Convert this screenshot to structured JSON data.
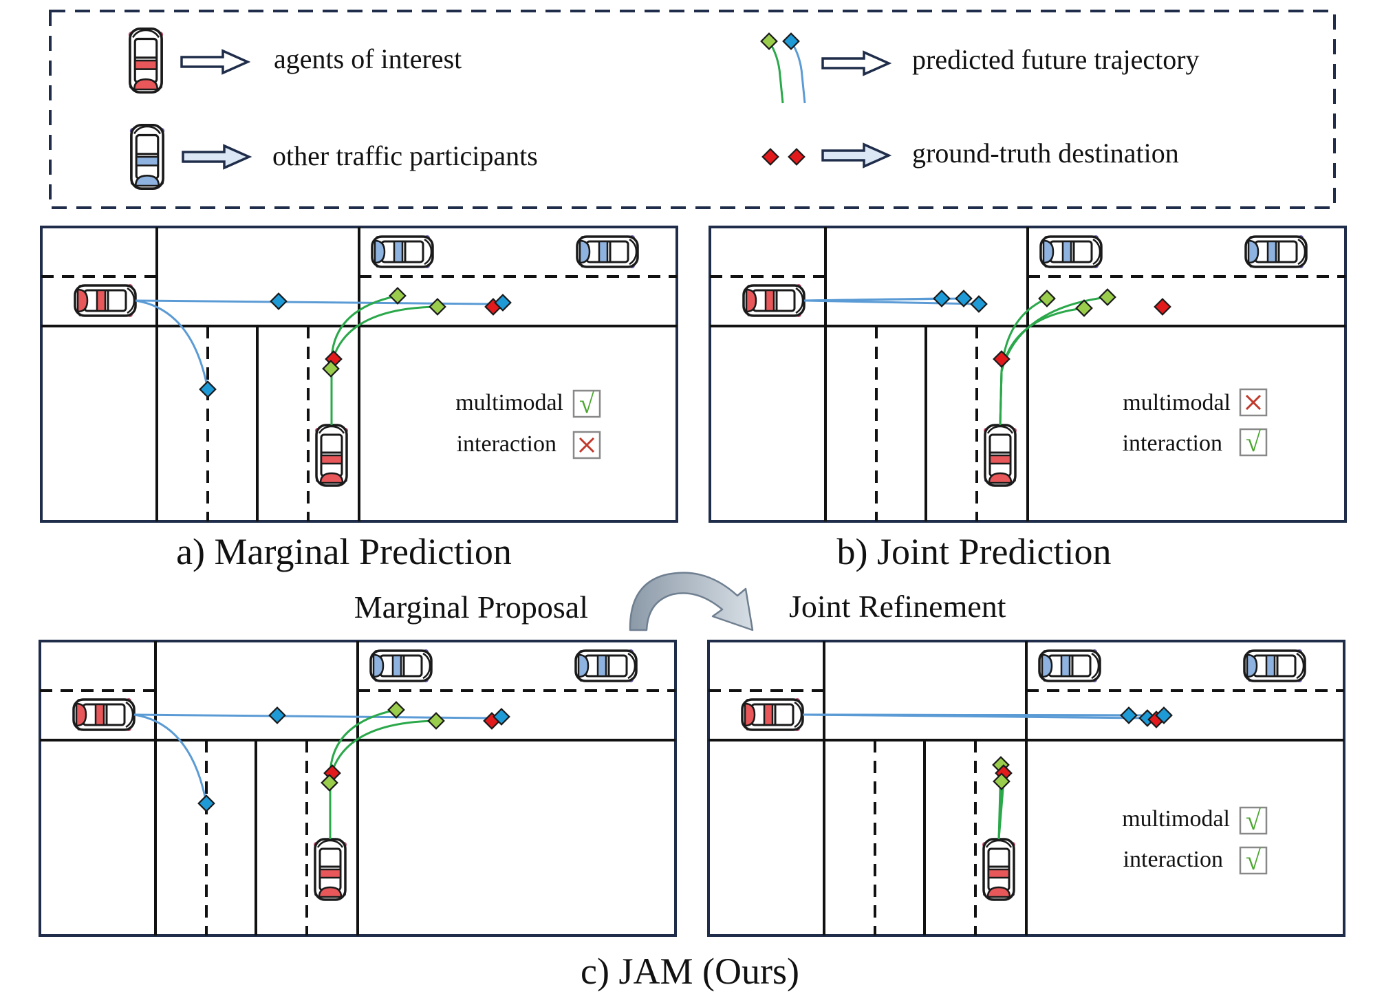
{
  "legend": {
    "agents_label": "agents of interest",
    "others_label": "other traffic participants",
    "predicted_label": "predicted future trajectory",
    "ground_truth_label": "ground-truth destination"
  },
  "captions": {
    "marginal": "a) Marginal Prediction",
    "joint": "b) Joint Prediction",
    "proposal": "Marginal Proposal",
    "refinement": "Joint Refinement",
    "jam": "c) JAM (Ours)"
  },
  "panels": {
    "marginal": {
      "multimodal_label": "multimodal",
      "interaction_label": "interaction",
      "multimodal_ok": true,
      "interaction_ok": false
    },
    "joint": {
      "multimodal_label": "multimodal",
      "interaction_label": "interaction",
      "multimodal_ok": false,
      "interaction_ok": true
    },
    "refinement": {
      "multimodal_label": "multimodal",
      "interaction_label": "interaction",
      "multimodal_ok": true,
      "interaction_ok": true
    }
  },
  "symbols": {
    "check": "√",
    "cross": "✕"
  },
  "colors": {
    "frame": "#1f2d4a",
    "agent_red": "#e8585b",
    "participant_blue": "#8fb3e0",
    "trajectory_green": "#2aa84a",
    "trajectory_blue": "#5b9bd5",
    "diamond_green": "#9acd4c",
    "diamond_blue": "#1e9ad6",
    "diamond_red": "#e31a1c",
    "check_green": "#4aa52e",
    "cross_red": "#c0392b"
  }
}
